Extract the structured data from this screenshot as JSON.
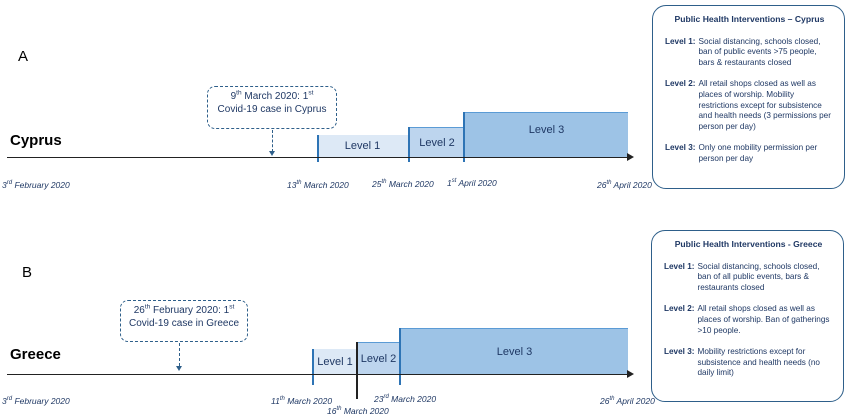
{
  "panels": [
    {
      "letter": "A",
      "country": "Cyprus",
      "levels": [
        "Level 1",
        "Level 2",
        "Level 3"
      ],
      "dates": {
        "start": {
          "base": "3",
          "sup": "rd",
          "rest": " February 2020"
        },
        "d1": {
          "base": "13",
          "sup": "th",
          "rest": " March 2020"
        },
        "d2": {
          "base": "25",
          "sup": "th",
          "rest": " March 2020"
        },
        "d3": {
          "base": "1",
          "sup": "st",
          "rest": "  April 2020"
        },
        "end": {
          "base": "26",
          "sup": "th",
          "rest": " April 2020"
        }
      },
      "first_case": {
        "line1_pre": "9",
        "line1_sup1": "th",
        "line1_mid": " March 2020: 1",
        "line1_sup2": "st",
        "line2": "Covid-19 case in Cyprus"
      },
      "interventions": {
        "title": "Public Health Interventions – Cyprus",
        "items": [
          {
            "label": "Level 1:",
            "text": "Social distancing, schools closed, ban of public events >75 people, bars & restaurants closed"
          },
          {
            "label": "Level 2:",
            "text": "All retail shops closed as well as places of worship. Mobility restrictions except for subsistence and health needs (3 permissions per person per day)"
          },
          {
            "label": "Level 3:",
            "text": "Only one mobility permission per person per day"
          }
        ]
      }
    },
    {
      "letter": "B",
      "country": "Greece",
      "levels": [
        "Level 1",
        "Level 2",
        "Level 3"
      ],
      "dates": {
        "start": {
          "base": "3",
          "sup": "rd",
          "rest": " February 2020"
        },
        "d1": {
          "base": "11",
          "sup": "th",
          "rest": " March 2020"
        },
        "d2": {
          "base": "16",
          "sup": "th",
          "rest": " March 2020"
        },
        "d3": {
          "base": "23",
          "sup": "rd",
          "rest": "  March 2020"
        },
        "end": {
          "base": "26",
          "sup": "th",
          "rest": " April 2020"
        }
      },
      "first_case": {
        "line1_pre": "26",
        "line1_sup1": "th",
        "line1_mid": " February 2020: 1",
        "line1_sup2": "st",
        "line2": "Covid-19 case in Greece"
      },
      "interventions": {
        "title": "Public Health Interventions - Greece",
        "items": [
          {
            "label": "Level 1:",
            "text": "Social distancing, schools closed, ban of all public events, bars & restaurants closed"
          },
          {
            "label": "Level 2:",
            "text": "All retail shops closed as well as places of worship. Ban of gatherings >10 people."
          },
          {
            "label": "Level 3:",
            "text": "Mobility restrictions except for subsistence and health needs (no daily limit)"
          }
        ]
      }
    }
  ]
}
